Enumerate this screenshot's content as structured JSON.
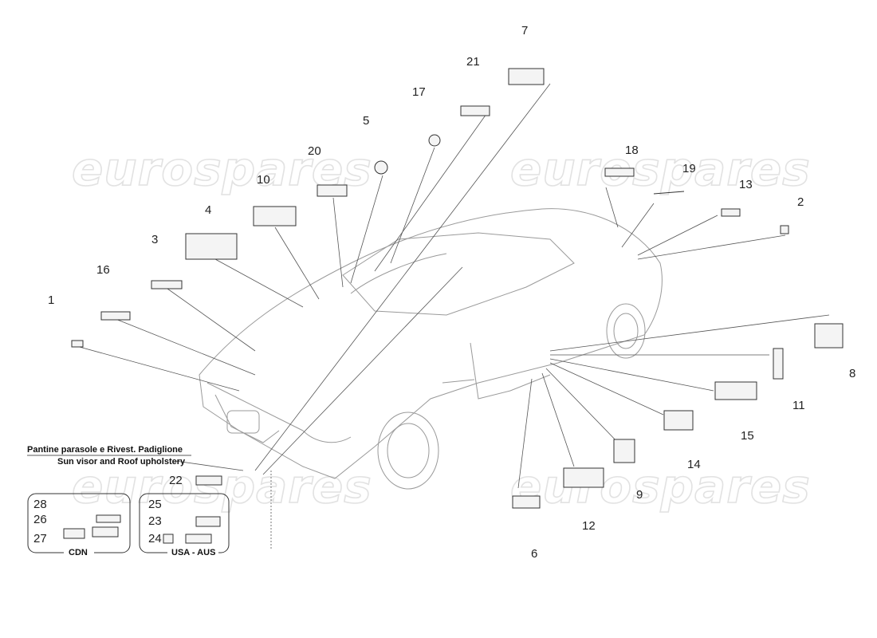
{
  "watermark": "eurospares",
  "caption": {
    "line1": "Pantine parasole e Rivest. Padiglione",
    "line2": "Sun visor and Roof upholstery"
  },
  "groups": {
    "cdn": "CDN",
    "usa_aus": "USA - AUS"
  },
  "callouts": [
    "1",
    "2",
    "3",
    "4",
    "5",
    "6",
    "7",
    "8",
    "9",
    "10",
    "11",
    "12",
    "13",
    "14",
    "15",
    "16",
    "17",
    "18",
    "19",
    "20",
    "21",
    "22",
    "23",
    "24",
    "25",
    "26",
    "27",
    "28"
  ]
}
